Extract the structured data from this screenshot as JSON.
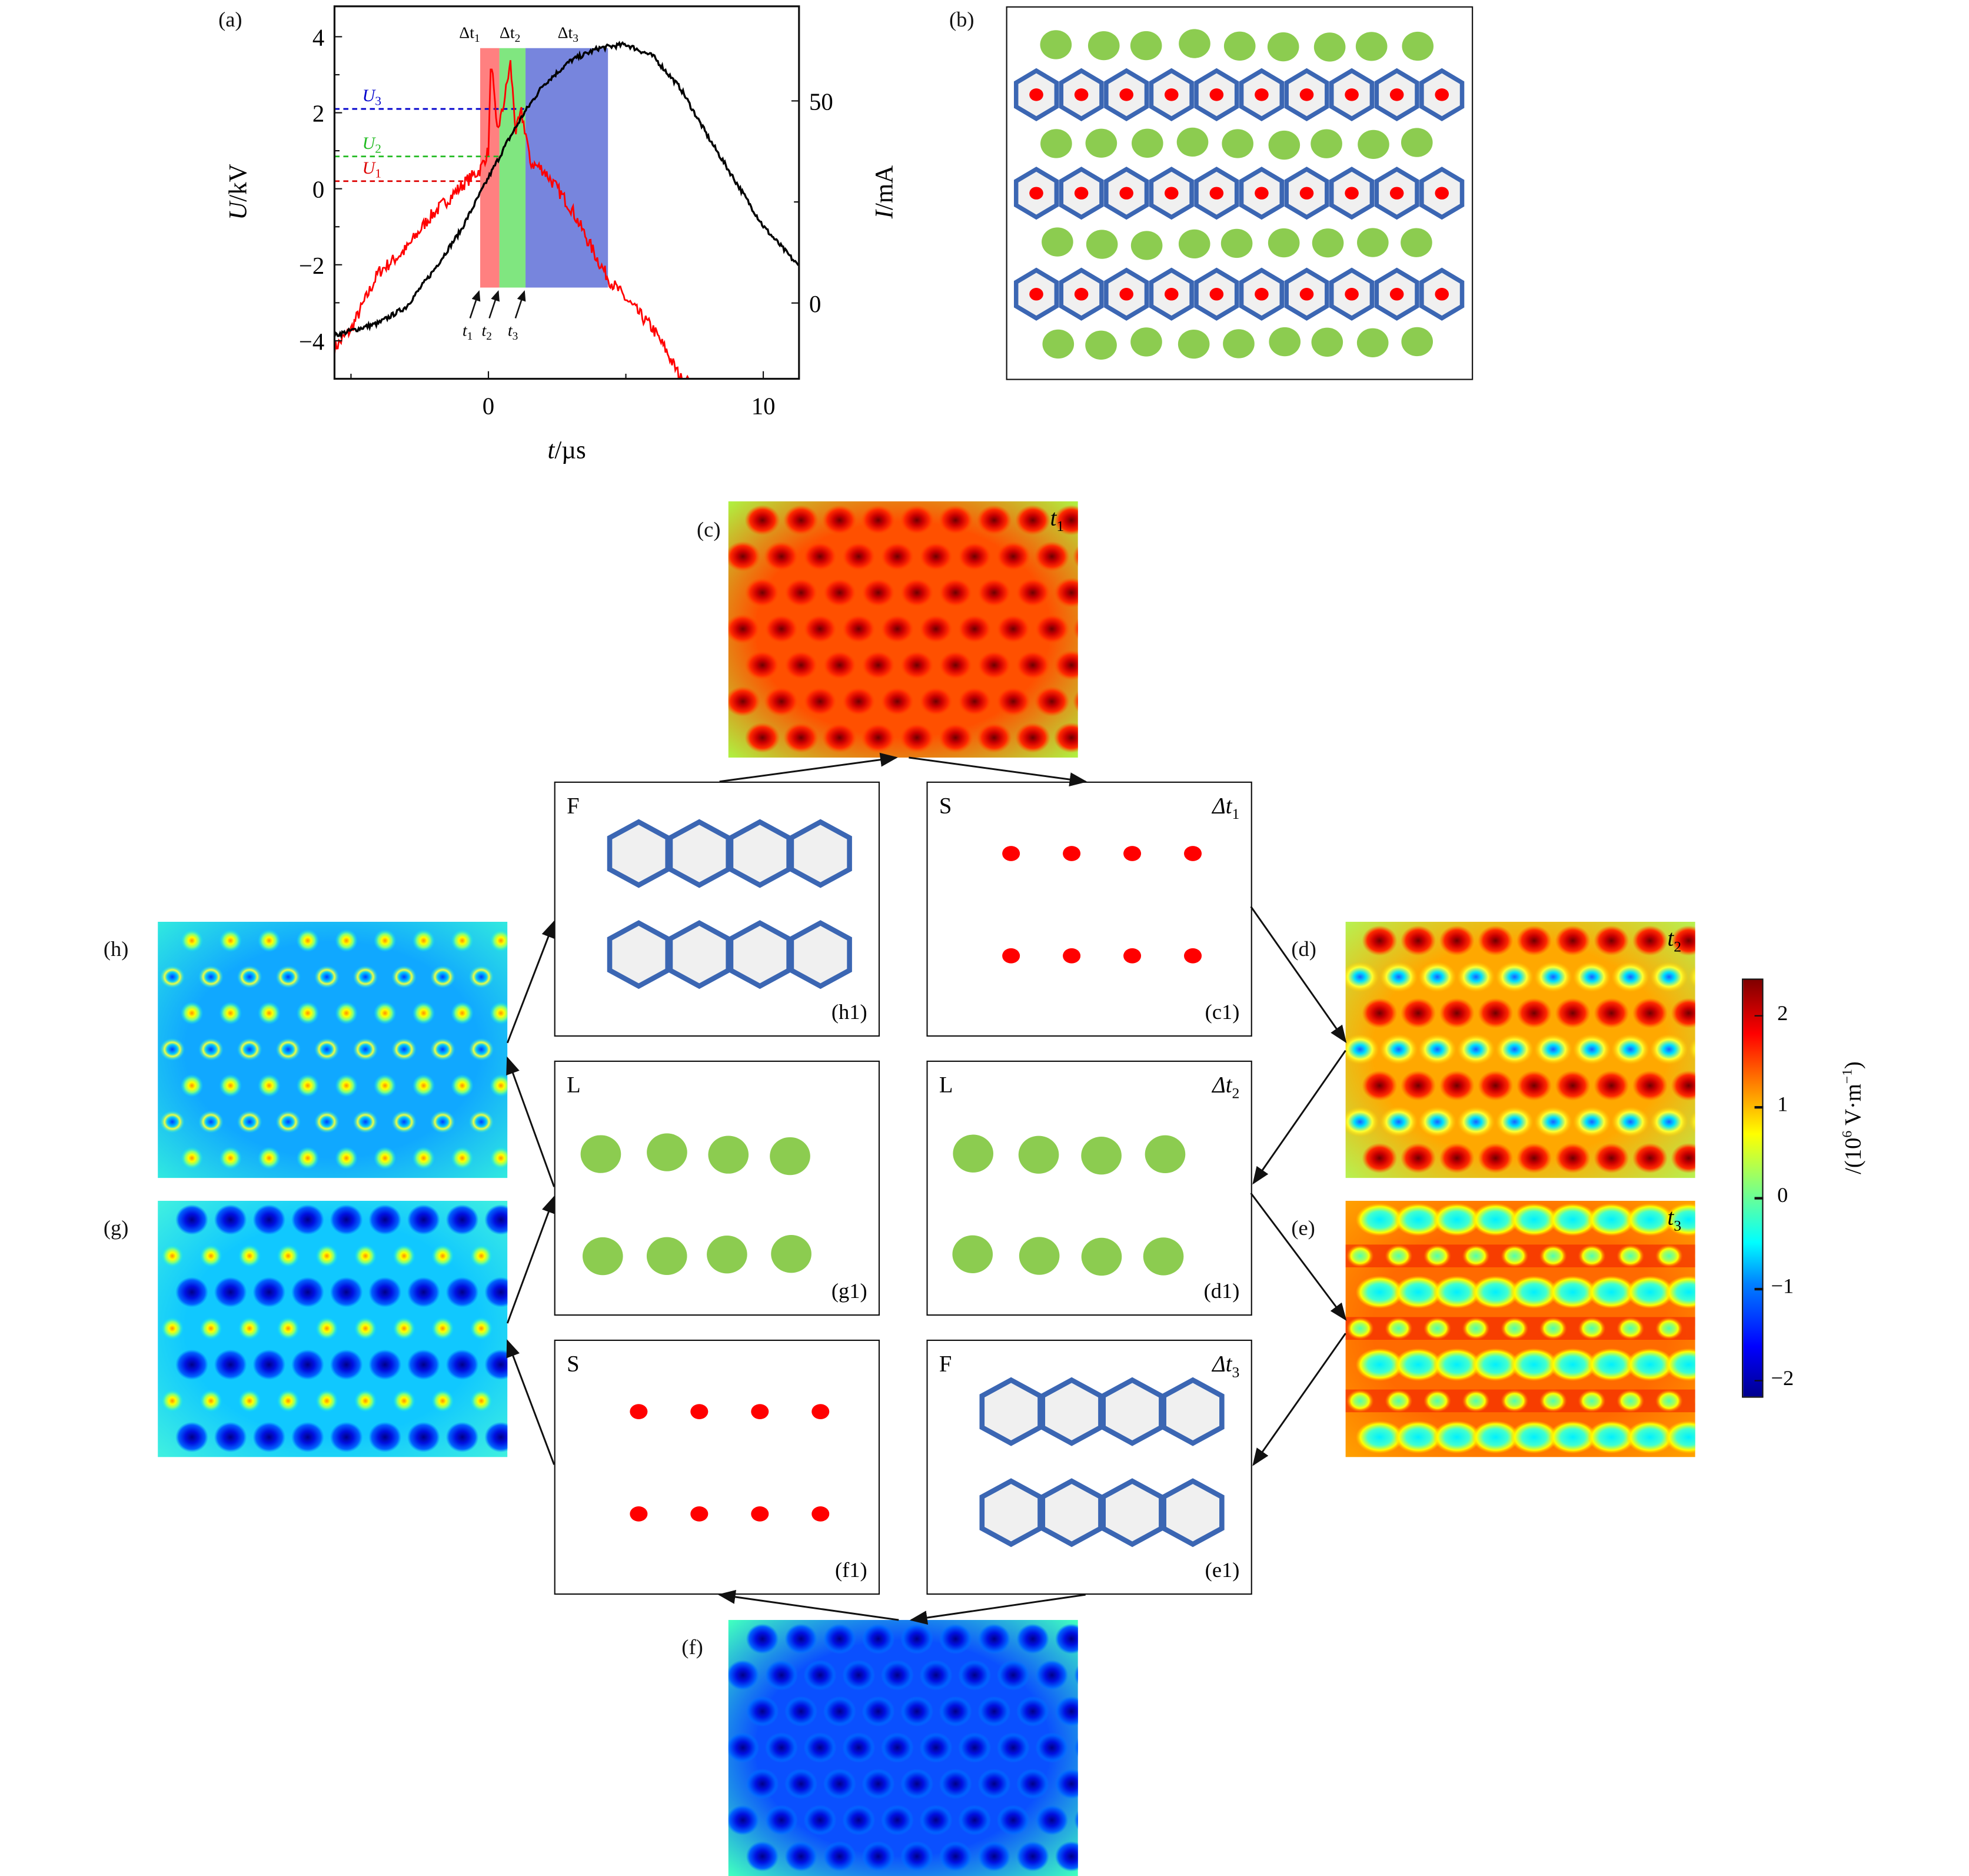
{
  "panel_labels": {
    "a": "(a)",
    "b": "(b)",
    "c": "(c)",
    "d": "(d)",
    "e": "(e)",
    "f": "(f)",
    "g": "(g)",
    "h": "(h)"
  },
  "chart_data": {
    "type": "line",
    "xlabel_var": "t",
    "xlabel_unit": "/µs",
    "ylabel_var": "U",
    "ylabel_unit": "/kV",
    "y2label_var": "I",
    "y2label_unit": "/mA",
    "xlim": [
      -5.6,
      11.3
    ],
    "ylim": [
      -5,
      4.8
    ],
    "y2lim": [
      -18.75,
      73.4
    ],
    "xticks": [
      0,
      10
    ],
    "xtick_labels": [
      "0",
      "10"
    ],
    "yticks": [
      4,
      2,
      0,
      -2,
      -4
    ],
    "ytick_labels": [
      "4",
      "2",
      "0",
      "−2",
      "−4"
    ],
    "y2ticks": [
      50,
      0
    ],
    "y2tick_labels": [
      "50",
      "0"
    ],
    "series": [
      {
        "name": "U",
        "axis": "left",
        "color": "#ff0000",
        "t": [
          -5.6,
          -5,
          -4,
          -3,
          -2.2,
          -1.5,
          -0.8,
          -0.3,
          0,
          0.1,
          0.3,
          0.5,
          0.8,
          1.0,
          1.2,
          1.4,
          1.5,
          2,
          2.5,
          3,
          3.5,
          4,
          4.4,
          5,
          6,
          6.5,
          7,
          7.3
        ],
        "values": [
          -4.2,
          -3.7,
          -2.2,
          -1.6,
          -0.8,
          -0.3,
          0.2,
          0.5,
          1.0,
          3.5,
          1.5,
          2.0,
          3.3,
          1.5,
          2.0,
          1.3,
          0.7,
          0.5,
          0.0,
          -0.5,
          -1.2,
          -1.9,
          -2.4,
          -2.9,
          -3.7,
          -4.3,
          -5.0,
          -5.1
        ]
      },
      {
        "name": "I",
        "axis": "right",
        "color": "#000000",
        "t": [
          -5.6,
          -4,
          -3,
          -2,
          -1,
          0,
          0.7,
          1.3,
          2,
          3,
          4,
          5,
          6,
          7,
          8,
          9,
          10,
          11.3
        ],
        "values": [
          -8,
          -5,
          -1,
          8,
          18,
          31,
          40,
          47,
          54,
          60,
          63,
          64,
          61,
          53,
          41,
          30,
          19,
          9
        ]
      }
    ],
    "intervals": [
      {
        "name": "Δt",
        "sub": "1",
        "start": -0.3,
        "end": 0.4,
        "color": "#ff6060"
      },
      {
        "name": "Δt",
        "sub": "2",
        "start": 0.4,
        "end": 1.35,
        "color": "#60e060"
      },
      {
        "name": "Δt",
        "sub": "3",
        "start": 1.35,
        "end": 4.35,
        "color": "#5566d4"
      }
    ],
    "levels": [
      {
        "name": "U",
        "sub": "3",
        "value": 2.1,
        "color": "#0000cc",
        "t_end": 1.3
      },
      {
        "name": "U",
        "sub": "2",
        "value": 0.85,
        "color": "#22bb22",
        "t_end": 0.4
      },
      {
        "name": "U",
        "sub": "1",
        "value": 0.2,
        "color": "#dd0000",
        "t_end": -0.3
      }
    ],
    "instants": [
      {
        "name": "t",
        "sub": "1",
        "t": -0.3
      },
      {
        "name": "t",
        "sub": "2",
        "t": 0.4
      },
      {
        "name": "t",
        "sub": "3",
        "t": 1.35
      }
    ]
  },
  "panel_b": {
    "green_rows": 4,
    "green_per_row": 9,
    "hex_rows": 3,
    "hex_per_row": 10
  },
  "colors": {
    "hex_stroke": "#3b66b3",
    "hex_fill": "#f0f0f0",
    "dot": "#ff0000",
    "green": "#8ccc50"
  },
  "heatmaps": [
    {
      "id": "c",
      "time": "t",
      "sub": "1",
      "bg": [
        "#ff5000",
        "#b0f040"
      ],
      "rows": [
        "hot",
        "hot",
        "hot",
        "hot",
        "hot",
        "hot",
        "hot"
      ],
      "band": null
    },
    {
      "id": "d",
      "time": "t",
      "sub": "2",
      "bg": [
        "#ffa800",
        "#b8f050"
      ],
      "rows": [
        "hot",
        "cold_ring",
        "hot",
        "cold_ring",
        "hot",
        "cold_ring",
        "hot"
      ],
      "band": null
    },
    {
      "id": "e",
      "time": "t",
      "sub": "3",
      "bg": [
        "#ff6a00",
        "#ffa000"
      ],
      "rows": [
        "cyan_large",
        "yellow_ring",
        "cyan_large",
        "yellow_ring",
        "cyan_large",
        "yellow_ring",
        "cyan_large"
      ],
      "band": "#f01800"
    },
    {
      "id": "f",
      "time": "",
      "sub": "",
      "bg": [
        "#0a50ff",
        "#40ffc0"
      ],
      "rows": [
        "deep_blue",
        "deep_blue",
        "deep_blue",
        "deep_blue",
        "deep_blue",
        "deep_blue",
        "deep_blue"
      ],
      "band": null
    },
    {
      "id": "g",
      "time": "",
      "sub": "",
      "bg": [
        "#10c8ff",
        "#40f0e0"
      ],
      "rows": [
        "deep_blue",
        "yellow_dot",
        "deep_blue",
        "yellow_dot",
        "deep_blue",
        "yellow_dot",
        "deep_blue"
      ],
      "band": null
    },
    {
      "id": "h",
      "time": "",
      "sub": "",
      "bg": [
        "#10a8ff",
        "#30e8e0"
      ],
      "rows": [
        "yellow_dot",
        "blue_ring",
        "yellow_dot",
        "blue_ring",
        "yellow_dot",
        "blue_ring",
        "yellow_dot"
      ],
      "band": null
    }
  ],
  "schematics": [
    {
      "id": "h1",
      "type": "F",
      "label": "(h1)",
      "interval": "",
      "sub": "",
      "shape": "hex"
    },
    {
      "id": "c1",
      "type": "S",
      "label": "(c1)",
      "interval": "Δt",
      "sub": "1",
      "shape": "dot"
    },
    {
      "id": "g1",
      "type": "L",
      "label": "(g1)",
      "interval": "",
      "sub": "",
      "shape": "green"
    },
    {
      "id": "d1",
      "type": "L",
      "label": "(d1)",
      "interval": "Δt",
      "sub": "2",
      "shape": "green"
    },
    {
      "id": "f1",
      "type": "S",
      "label": "(f1)",
      "interval": "",
      "sub": "",
      "shape": "dot"
    },
    {
      "id": "e1",
      "type": "F",
      "label": "(e1)",
      "interval": "Δt",
      "sub": "3",
      "shape": "hex"
    }
  ],
  "colorbar": {
    "range": [
      -2.2,
      2.4
    ],
    "ticks": [
      2,
      1,
      0,
      -1,
      -2
    ],
    "tick_labels": [
      "2",
      "1",
      "0",
      "−1",
      "−2"
    ],
    "label_pre": "/(10",
    "label_exp": "6",
    "label_mid": " V·m",
    "label_exp2": "−1",
    "label_post": ")"
  }
}
